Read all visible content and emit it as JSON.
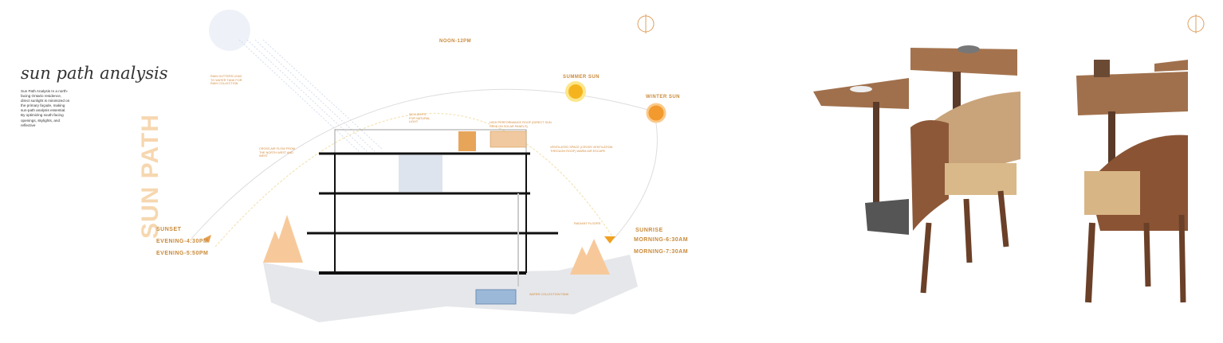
{
  "panel": {
    "title": "sun path analysis",
    "description": "Sun Path Analysis In a north-facing Ontario residence, direct sunlight is minimized on the primary façade, making sun-path analysis essential. By optimizing south-facing openings, skylights, and reflective",
    "vertical_title": "SUN PATH"
  },
  "labels": {
    "noon": "NOON-12PM",
    "summer_sun": "SUMMER SUN",
    "winter_sun": "WINTER SUN",
    "sunset": "SUNSET",
    "evening1": "EVENING-4:30PM",
    "evening2": "EVENING-5:50PM",
    "sunrise": "SUNRISE",
    "morning1": "MORNING-6:30AM",
    "morning2": "MORNING-7:30AM"
  },
  "annotations": {
    "rain": "RAIN GUTTERS LEAD TO WATER TANK FOR RAIN COLLECTION",
    "skylights": "SKYLIGHTS FOR NATURAL LIGHT",
    "roof": "HIGH PERFORMANCE ROOF (DIRECT SUN RAYS ON SOLAR PANELS)",
    "airflow": "CROSS AIR FLOW FROM THE NORTH WEST AND WEST",
    "ventilated": "VENTILATED SPACE (CROSS VENTILATION THROUGH ROOF) WARM AIR ESCAPE",
    "radiant": "RADIANT FLOORS",
    "tank": "WATER COLLECTION TANK"
  },
  "colors": {
    "accent": "#c98a3a",
    "sun": "#f5b41e",
    "winter": "#f29a2e",
    "wood": "#8a5a3a"
  }
}
